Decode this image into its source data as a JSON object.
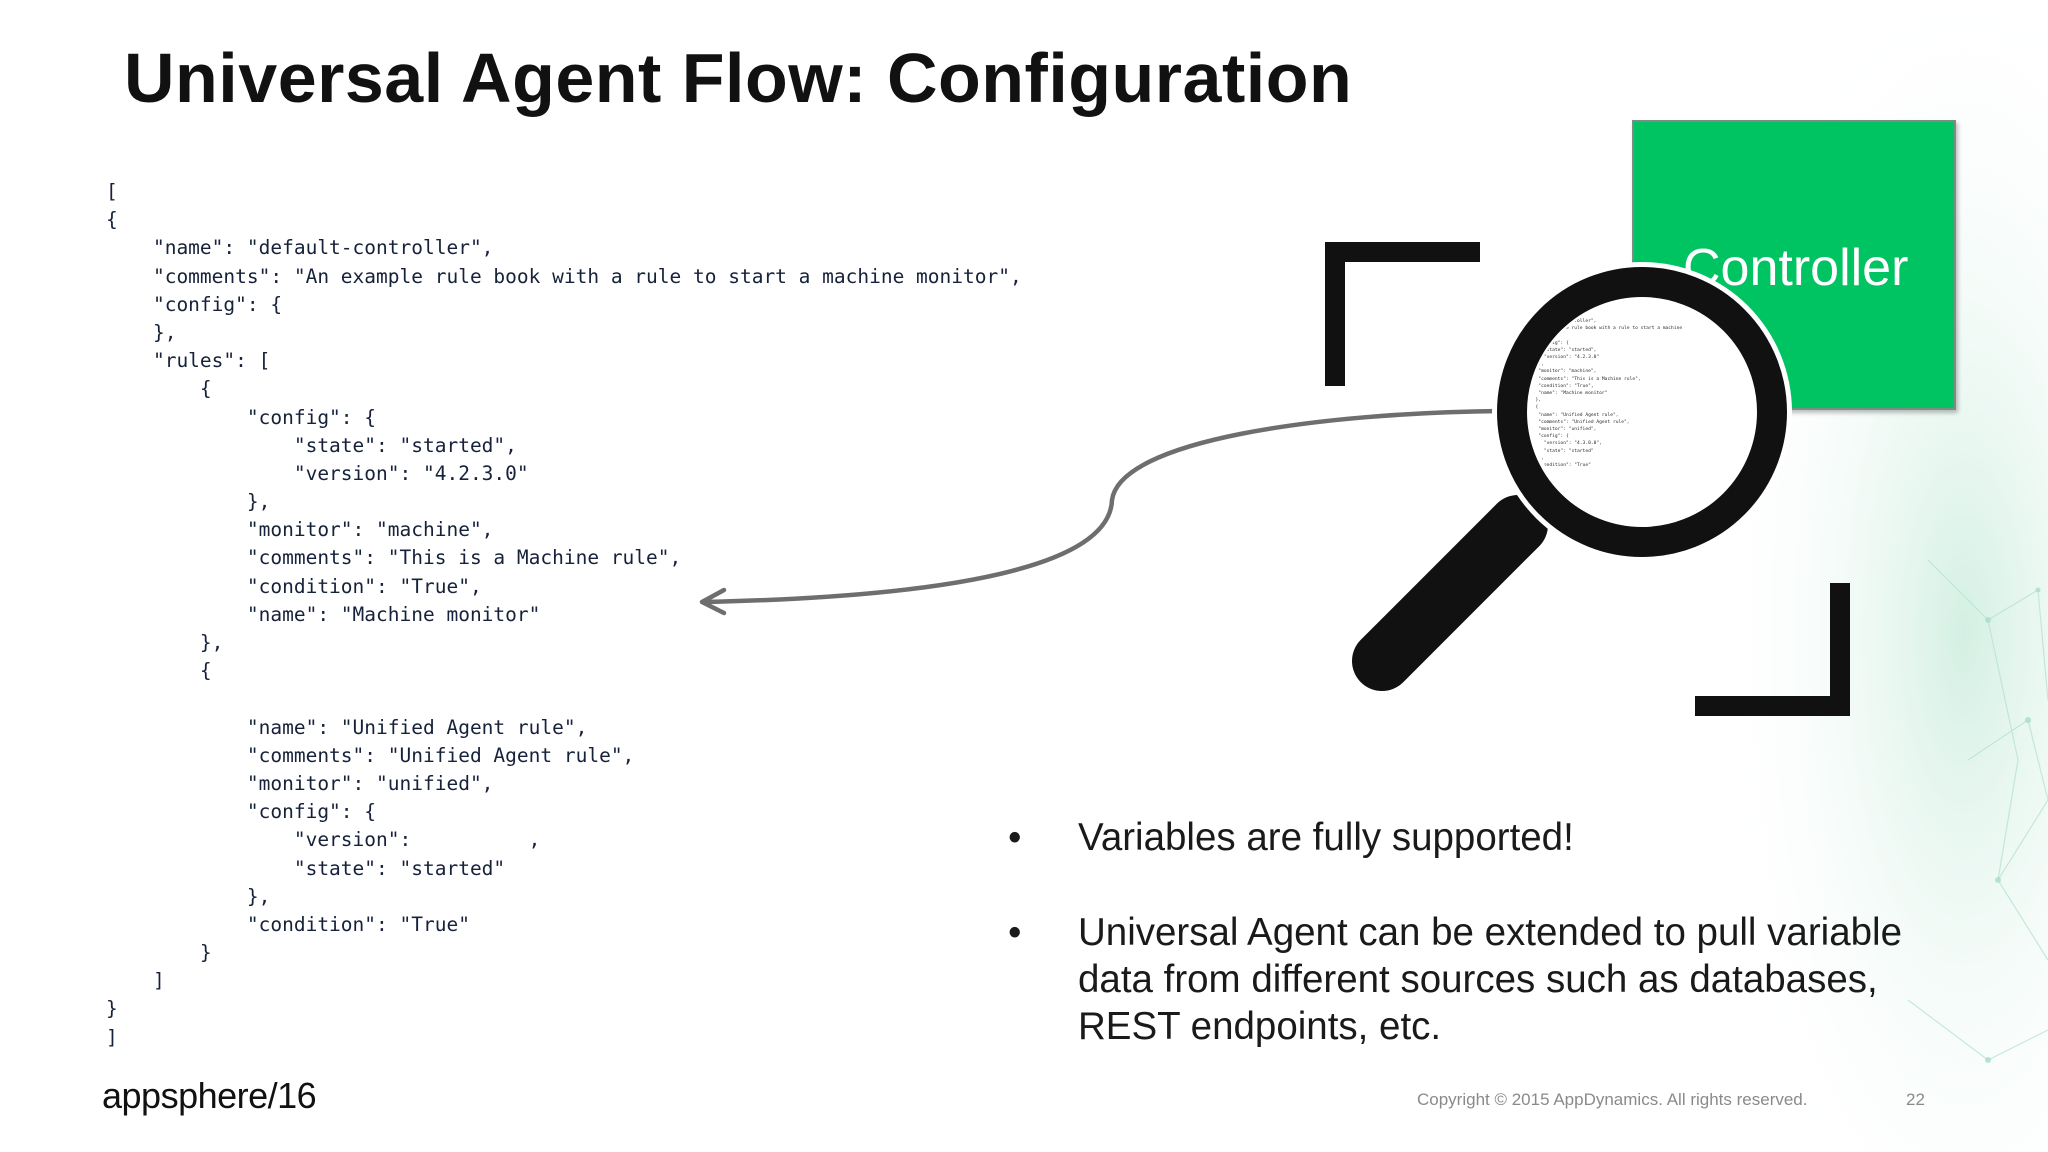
{
  "slide": {
    "title": "Universal Agent Flow: Configuration",
    "code_lines": [
      "[",
      "{",
      "    \"name\": \"default-controller\",",
      "    \"comments\": \"An example rule book with a rule to start a machine monitor\",",
      "    \"config\": {",
      "    },",
      "    \"rules\": [",
      "        {",
      "            \"config\": {",
      "                \"state\": \"started\",",
      "                \"version\": \"4.2.3.0\"",
      "            },",
      "            \"monitor\": \"machine\",",
      "            \"comments\": \"This is a Machine rule\",",
      "            \"condition\": \"True\",",
      "            \"name\": \"Machine monitor\"",
      "        },",
      "        {",
      "",
      "            \"name\": \"Unified Agent rule\",",
      "            \"comments\": \"Unified Agent rule\",",
      "            \"monitor\": \"unified\",",
      "            \"config\": {",
      "                \"version\":          ,",
      "                \"state\": \"started\"",
      "            },",
      "            \"condition\": \"True\"",
      "        }",
      "    ]",
      "}",
      "]"
    ],
    "lens_lines": [
      "   \"default-controller\",",
      "   \"An example rule book with a rule to start a machine",
      "  {",
      "",
      "   \"config\": {",
      "     \"state\": \"started\",",
      "     \"version\": \"4.2.3.0\"",
      "   },",
      "   \"monitor\": \"machine\",",
      "   \"comments\": \"This is a Machine rule\",",
      "   \"condition\": \"True\",",
      "   \"name\": \"Machine monitor\"",
      "  },",
      "  {",
      "",
      "   \"name\": \"Unified Agent rule\",",
      "   \"comments\": \"Unified Agent rule\",",
      "   \"monitor\": \"unified\",",
      "   \"config\": {",
      "     \"version\": \"4.3.0.0\",",
      "     \"state\": \"started\"",
      "   },",
      "   \"condition\": \"True\""
    ],
    "controller_label": "Controller",
    "bullet_glyph": "•",
    "bullets": [
      "Variables are fully supported!",
      "Universal Agent can be extended to pull variable data from different sources such as databases, REST endpoints, etc."
    ],
    "footer": {
      "logo_text": "appsphere",
      "logo_suffix": "/16",
      "copyright": "Copyright © 2015 AppDynamics. All rights reserved.",
      "page_number": "22"
    },
    "colors": {
      "controller_green": "#00c361",
      "code_text": "#16213a",
      "title_text": "#111111"
    },
    "icons": [
      "magnifying-glass-icon",
      "viewfinder-corner-icon",
      "curved-arrow-icon"
    ]
  }
}
